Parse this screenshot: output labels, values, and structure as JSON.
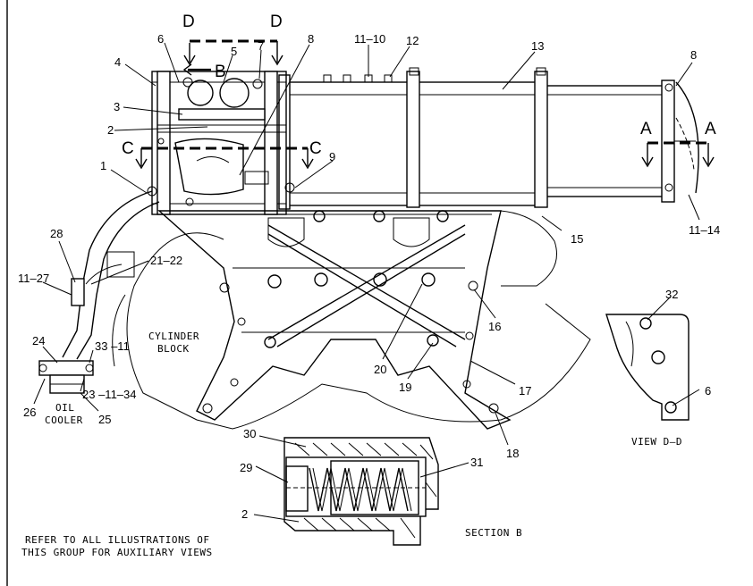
{
  "callouts": {
    "c1": "1",
    "c2": "2",
    "c2b": "2",
    "c3": "3",
    "c4": "4",
    "c5": "5",
    "c6": "6",
    "c6b": "6",
    "c7": "7",
    "c8": "8",
    "c8b": "8",
    "c9": "9",
    "c11_10": "11–10",
    "c12": "12",
    "c13": "13",
    "c11_14": "11–14",
    "c15": "15",
    "c16": "16",
    "c17": "17",
    "c18": "18",
    "c19": "19",
    "c20": "20",
    "c21_22": "21–22",
    "c23": "23 –11–34",
    "c24": "24",
    "c25": "25",
    "c26": "26",
    "c28": "28",
    "c11_27": "11–27",
    "c29": "29",
    "c30": "30",
    "c31": "31",
    "c32": "32",
    "c33": "33 –11"
  },
  "section_marks": {
    "d_left": "D",
    "d_right": "D",
    "b": "B",
    "c_left": "C",
    "c_right": "C",
    "a_left": "A",
    "a_right": "A"
  },
  "labels": {
    "cylinder_block_1": "CYLINDER",
    "cylinder_block_2": "BLOCK",
    "oil_cooler_1": "OIL",
    "oil_cooler_2": "COOLER",
    "view_dd": "VIEW D–D",
    "section_b": "SECTION B",
    "refer_1": "REFER TO ALL ILLUSTRATIONS OF",
    "refer_2": "THIS GROUP FOR AUXILIARY VIEWS"
  }
}
